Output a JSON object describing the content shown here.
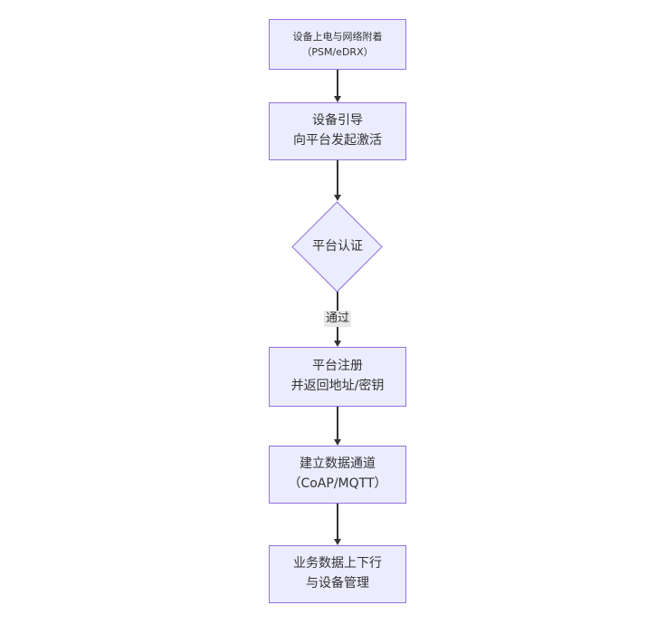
{
  "theme": {
    "node_fill": "#ECECFF",
    "node_border": "#9370DB",
    "arrow_color": "#333333",
    "text_color": "#333333",
    "edge_label_bg": "#e8e8e8",
    "background": "#ffffff"
  },
  "flowchart": {
    "type": "vertical-flow",
    "nodes": [
      {
        "id": "power-attach",
        "shape": "rect",
        "line1": "设备上电与网络附着",
        "line2": "（PSM/eDRX）"
      },
      {
        "id": "bootstrap",
        "shape": "rect",
        "line1": "设备引导",
        "line2": "向平台发起激活"
      },
      {
        "id": "platform-auth",
        "shape": "diamond",
        "line1": "平台认证",
        "line2": ""
      },
      {
        "id": "platform-register",
        "shape": "rect",
        "line1": "平台注册",
        "line2": "并返回地址/密钥"
      },
      {
        "id": "data-channel",
        "shape": "rect",
        "line1": "建立数据通道",
        "line2": "（CoAP/MQTT）"
      },
      {
        "id": "business-data",
        "shape": "rect",
        "line1": "业务数据上下行",
        "line2": "与设备管理"
      }
    ],
    "edges": [
      {
        "from": "power-attach",
        "to": "bootstrap",
        "label": ""
      },
      {
        "from": "bootstrap",
        "to": "platform-auth",
        "label": ""
      },
      {
        "from": "platform-auth",
        "to": "platform-register",
        "label": "通过"
      },
      {
        "from": "platform-register",
        "to": "data-channel",
        "label": ""
      },
      {
        "from": "data-channel",
        "to": "business-data",
        "label": ""
      }
    ]
  }
}
